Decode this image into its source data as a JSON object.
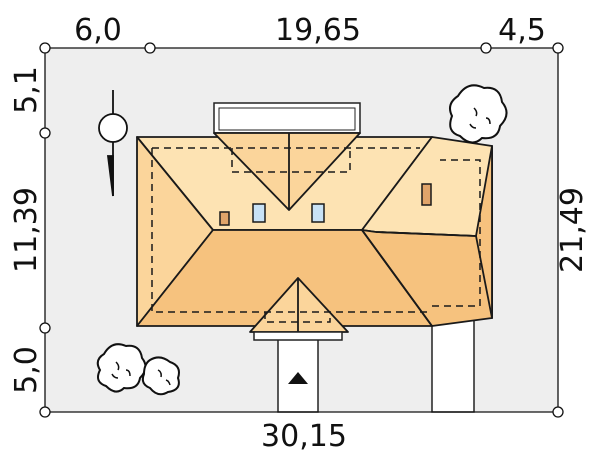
{
  "plan": {
    "top_dims": [
      "6,0",
      "19,65",
      "4,5"
    ],
    "left_dims": [
      "5,1",
      "11,39",
      "5,0"
    ],
    "right_dim": "21,49",
    "bottom_dim": "30,15"
  },
  "icons": [
    "north-arrow-icon",
    "tree-icon",
    "entrance-arrow-icon"
  ],
  "colors": {
    "plot": "#eeeeee",
    "roof_light": "#fde3b3",
    "roof_mid": "#fbd59b",
    "roof_dark": "#f6c27e",
    "window": "#c8e2f6",
    "chimney": "#e0a46a",
    "outline": "#1a1a1a"
  }
}
